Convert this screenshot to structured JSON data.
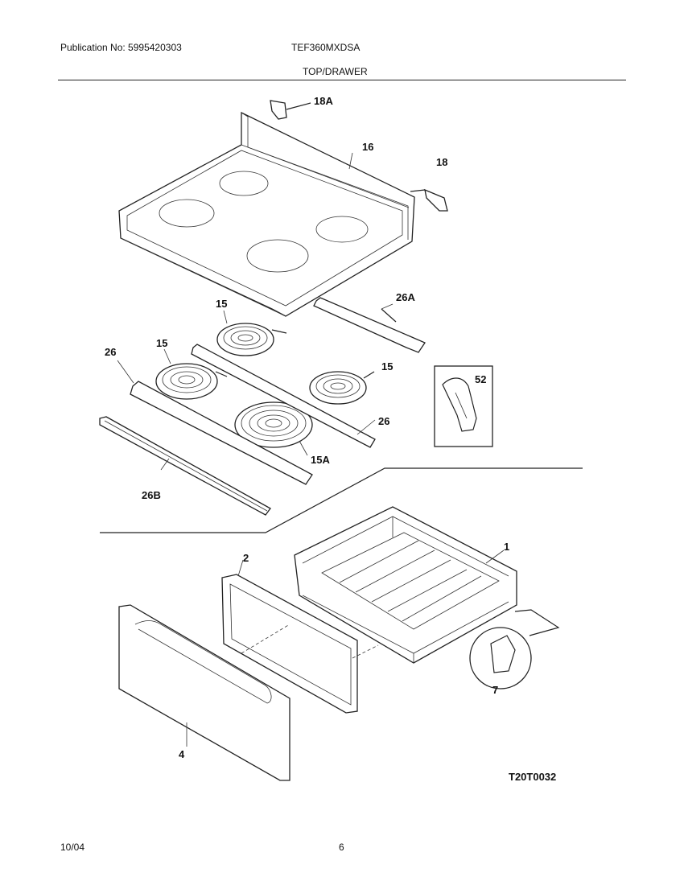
{
  "header": {
    "publication": "Publication No: 5995420303",
    "model": "TEF360MXDSA",
    "section": "TOP/DRAWER"
  },
  "labels": {
    "p18A": "18A",
    "p16": "16",
    "p18": "18",
    "p26A": "26A",
    "p15_a": "15",
    "p15_b": "15",
    "p15_c": "15",
    "p26_a": "26",
    "p26_b": "26",
    "p15A": "15A",
    "p26B": "26B",
    "p52": "52",
    "p1": "1",
    "p2": "2",
    "p4": "4",
    "p7": "7"
  },
  "diagram_code": "T20T0032",
  "footer": {
    "date": "10/04",
    "page": "6"
  }
}
